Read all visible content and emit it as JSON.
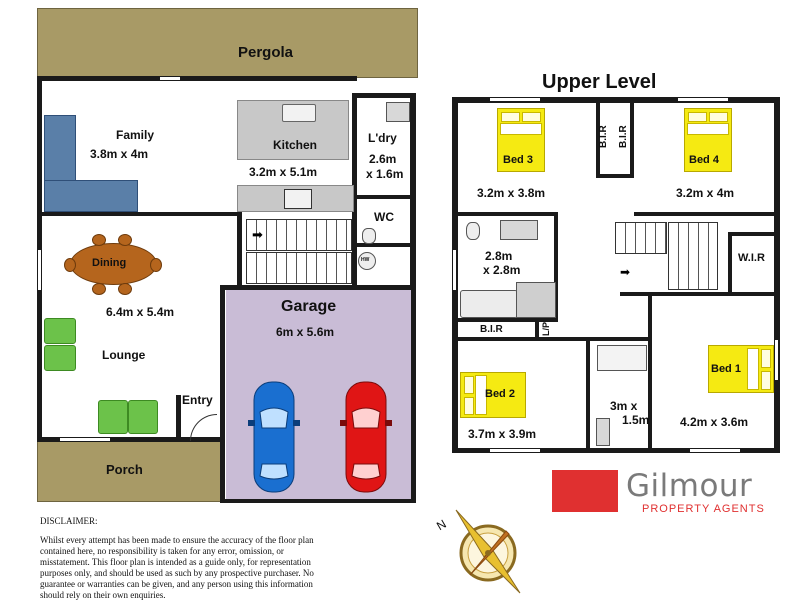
{
  "ground": {
    "pergola": "Pergola",
    "family_name": "Family",
    "family_size": "3.8m x 4m",
    "kitchen_name": "Kitchen",
    "kitchen_size": "3.2m x 5.1m",
    "laundry_name": "L'dry",
    "laundry_size_1": "2.6m",
    "laundry_size_2": "x 1.6m",
    "wc": "WC",
    "hw": "HW",
    "dining": "Dining",
    "lounge_size": "6.4m x 5.4m",
    "lounge": "Lounge",
    "entry": "Entry",
    "porch": "Porch",
    "garage_name": "Garage",
    "garage_size": "6m x 5.6m"
  },
  "upper": {
    "title": "Upper Level",
    "bed3": "Bed 3",
    "bed3_size": "3.2m x 3.8m",
    "bir_a": "B.I.R",
    "bir_b": "B.I.R",
    "bed4": "Bed 4",
    "bed4_size": "3.2m x 4m",
    "bath_size_1": "2.8m",
    "bath_size_2": "x 2.8m",
    "wir": "W.I.R",
    "bir_c": "B.I.R",
    "lp": "L/P",
    "bed2": "Bed 2",
    "bed2_size": "3.7m x 3.9m",
    "ens_size_1": "3m x",
    "ens_size_2": "1.5m",
    "bed1": "Bed 1",
    "bed1_size": "4.2m x 3.6m"
  },
  "brand": {
    "name": "Gilmour",
    "tagline": "PROPERTY AGENTS",
    "accent": "#e03030"
  },
  "compass": {
    "north": "N"
  },
  "disclaimer": {
    "title": "DISCLAIMER:",
    "text": "Whilst every attempt has been made to ensure the accuracy of the floor plan contained here, no responsibility is taken for any error, omission, or misstatement. This floor plan is intended as a guide only, for representation purposes only, and should be used as such by any prospective purchaser. No guarantee or warranties can be given, and any person using this information should rely on their own enquiries."
  },
  "colors": {
    "pergola": "#a89a66",
    "garage": "#c9bcd6",
    "car_blue": "#1a6fd0",
    "car_red": "#e01515"
  }
}
